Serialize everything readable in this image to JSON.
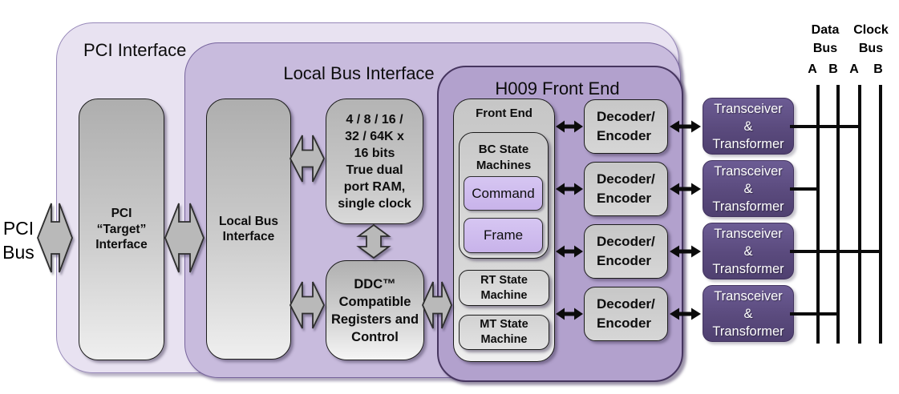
{
  "containers": {
    "pci": "PCI Interface",
    "local_bus": "Local Bus Interface",
    "h009": "H009 Front End"
  },
  "external": {
    "pci_bus": "PCI\nBus"
  },
  "blocks": {
    "pci_target": "PCI\n“Target”\nInterface",
    "local_bus_interface": "Local Bus\nInterface",
    "dual_port_ram": "4 / 8 / 16 /\n32 / 64K x\n16 bits\nTrue dual\nport RAM,\nsingle clock",
    "ddc_registers": "DDC™\nCompatible\nRegisters and\nControl",
    "front_end": "Front End",
    "bc_state_machines": "BC State\nMachines",
    "command": "Command",
    "frame": "Frame",
    "rt_state_machine": "RT State\nMachine",
    "mt_state_machine": "MT State\nMachine"
  },
  "decoders": [
    "Decoder/\nEncoder",
    "Decoder/\nEncoder",
    "Decoder/\nEncoder",
    "Decoder/\nEncoder"
  ],
  "transceivers": [
    "Transceiver\n&\nTransformer",
    "Transceiver\n&\nTransformer",
    "Transceiver\n&\nTransformer",
    "Transceiver\n&\nTransformer"
  ],
  "buses": {
    "data_label": "Data\nBus",
    "clock_label": "Clock\nBus",
    "terminals": [
      "A",
      "B",
      "A",
      "B"
    ]
  },
  "colors": {
    "pci_container": "#e8e2f1",
    "local_bus_container": "#c8bbdd",
    "h009_container": "#b2a1cd",
    "state_highlight": "#ccb9ed",
    "transceiver_purple": "#5a4a7d",
    "block_gray": "#c6c6c6",
    "line_black": "#0b0b0b"
  }
}
